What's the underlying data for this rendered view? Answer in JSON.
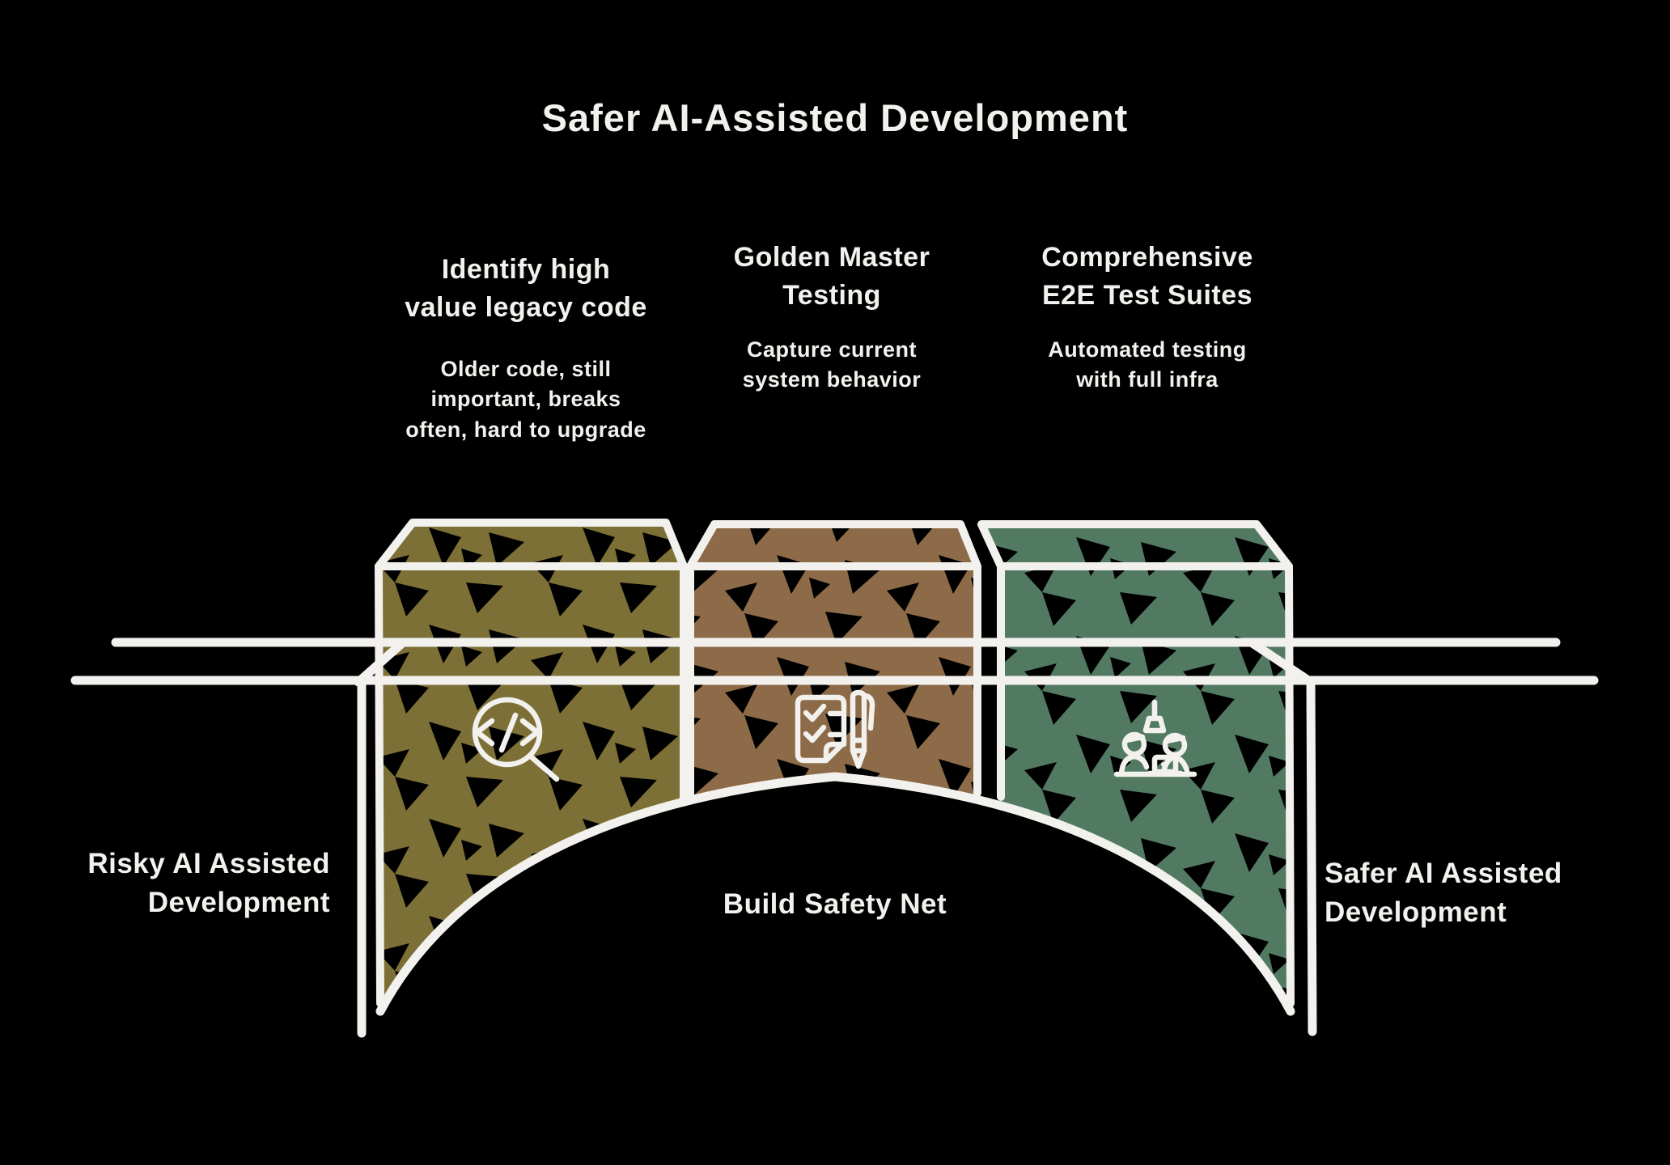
{
  "title": "Safer AI-Assisted Development",
  "columns": [
    {
      "heading": "Identify high\nvalue legacy code",
      "description": "Older code, still\nimportant, breaks\noften, hard to upgrade",
      "icon": "code-search-icon"
    },
    {
      "heading": "Golden Master\nTesting",
      "description": "Capture current\nsystem behavior",
      "icon": "checklist-pen-icon"
    },
    {
      "heading": "Comprehensive\nE2E Test Suites",
      "description": "Automated testing\nwith full infra",
      "icon": "team-desk-icon"
    }
  ],
  "bridge": {
    "left_label": "Risky AI Assisted\nDevelopment",
    "center_label": "Build Safety Net",
    "right_label": "Safer AI Assisted\nDevelopment"
  },
  "colors": {
    "background": "#000000",
    "stroke": "#f2f1ee",
    "olive": "#7d7036",
    "brown": "#8d6b48",
    "teal": "#527a63"
  }
}
